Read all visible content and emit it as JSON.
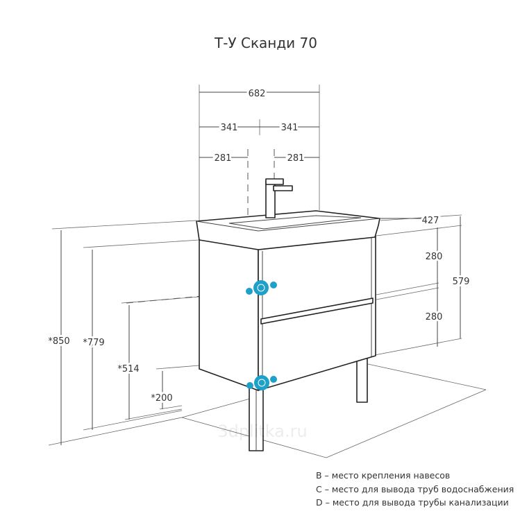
{
  "title": "Т-У Сканди 70",
  "dimensions": {
    "total_width": "682",
    "half_left": "341",
    "half_right": "341",
    "offset_left": "281",
    "offset_right": "281",
    "depth": "427",
    "height_total": "*850",
    "height_779": "*779",
    "height_514": "*514",
    "height_200": "*200",
    "drawer_top": "280",
    "drawer_bottom": "280",
    "cabinet_height": "579"
  },
  "watermark": "3dplitka.ru",
  "legend": [
    "B – место крепления навесов",
    "C – место для вывода труб водоснабжения",
    "D – место для вывода трубы канализации"
  ],
  "marker_color": "#1ea0c8"
}
